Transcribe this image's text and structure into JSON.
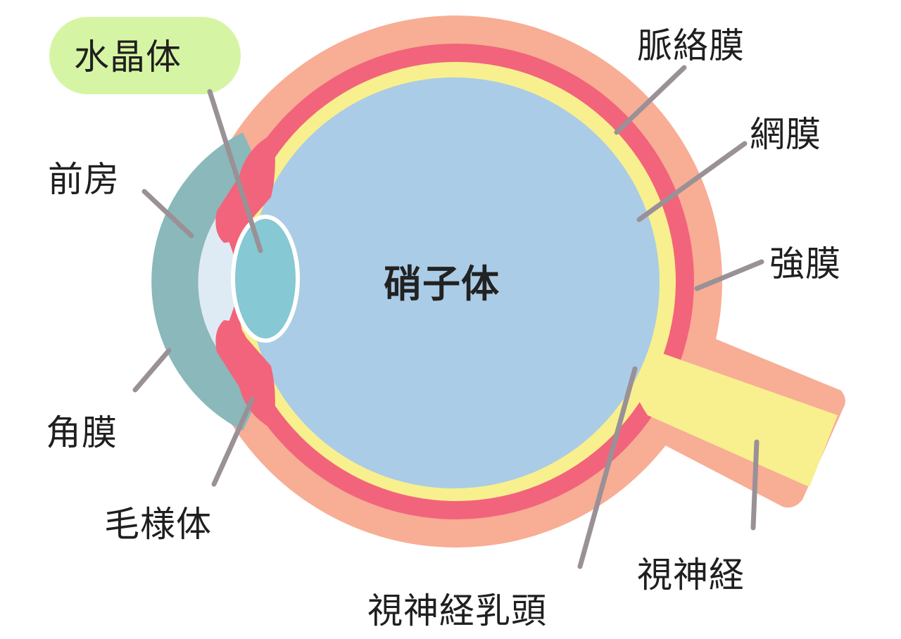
{
  "labels": {
    "lens": "水晶体",
    "anterior_chamber": "前房",
    "cornea": "角膜",
    "ciliary_body": "毛様体",
    "vitreous_body": "硝子体",
    "choroid": "脈絡膜",
    "retina": "網膜",
    "sclera": "強膜",
    "optic_nerve": "視神経",
    "optic_disc": "視神経乳頭"
  },
  "colors": {
    "sclera": "#f8ad95",
    "choroid": "#f2647b",
    "retina": "#f8f08e",
    "vitreous": "#abcce6",
    "lens": "#86c8d4",
    "cornea": "#8ab8bb",
    "anterior_chamber": "#deebf5",
    "lens_highlight": "#d6f5a4",
    "leader": "#9a9196"
  }
}
